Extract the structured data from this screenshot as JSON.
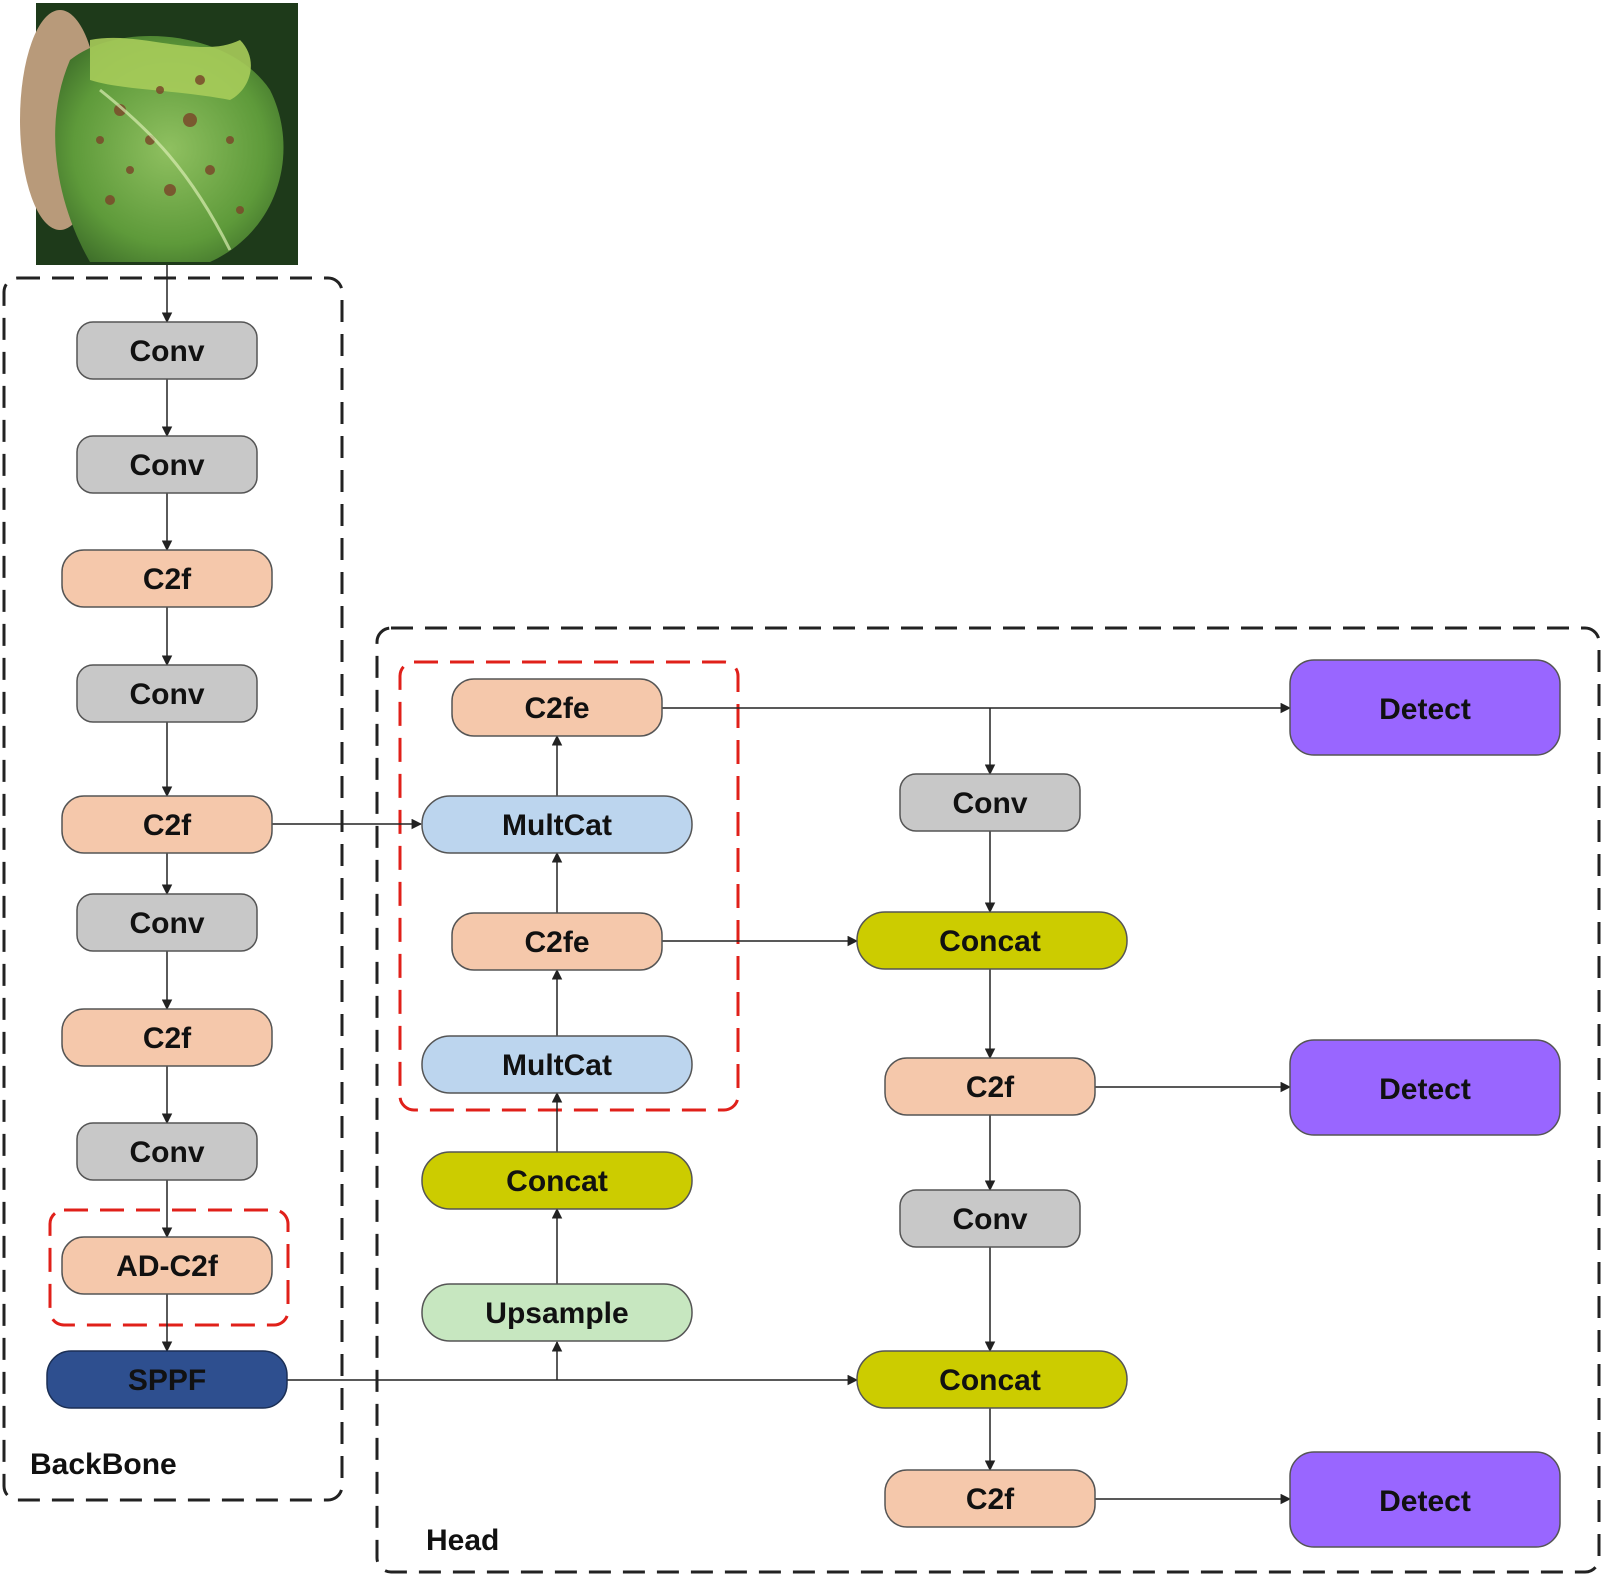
{
  "regions": [
    {
      "id": "backbone",
      "label": "BackBone"
    },
    {
      "id": "head",
      "label": "Head"
    }
  ],
  "input_image": {
    "subject": "leaf-with-disease-spots"
  },
  "colors": {
    "conv": "#c8c8c8",
    "c2f": "#f5c8ab",
    "multcat": "#bcd5ee",
    "concat": "#cccc00",
    "upsample": "#c7e7c0",
    "sppf": "#2e4f8f",
    "detect": "#9966ff",
    "highlight": "#e0201a"
  },
  "nodes": {
    "b_conv1": "Conv",
    "b_conv2": "Conv",
    "b_c2f1": "C2f",
    "b_conv3": "Conv",
    "b_c2f2": "C2f",
    "b_conv4": "Conv",
    "b_c2f3": "C2f",
    "b_conv5": "Conv",
    "b_adc2f": "AD-C2f",
    "b_sppf": "SPPF",
    "h_c2fe_top": "C2fe",
    "h_multcat_top": "MultCat",
    "h_c2fe_mid": "C2fe",
    "h_multcat_low": "MultCat",
    "h_concat_left": "Concat",
    "h_upsample": "Upsample",
    "h_conv_r1": "Conv",
    "h_concat_r1": "Concat",
    "h_c2f_r1": "C2f",
    "h_conv_r2": "Conv",
    "h_concat_r2": "Concat",
    "h_c2f_r2": "C2f",
    "h_detect1": "Detect",
    "h_detect2": "Detect",
    "h_detect3": "Detect"
  }
}
